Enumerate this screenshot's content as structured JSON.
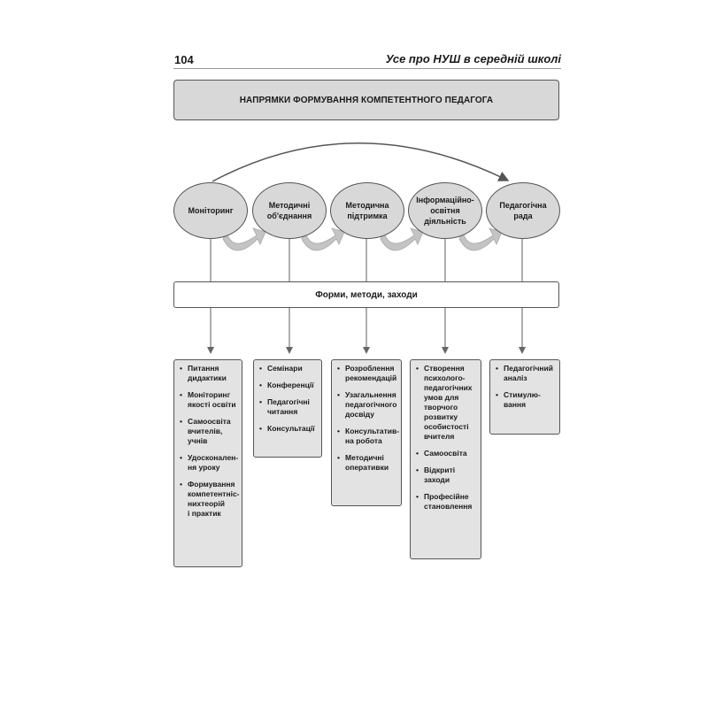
{
  "page": {
    "number": "104",
    "running_title": "Усе про НУШ в середній школі"
  },
  "diagram": {
    "title": "НАПРЯМКИ ФОРМУВАННЯ КОМПЕТЕНТНОГО ПЕДАГОГА",
    "forms_label": "Форми, методи, заходи",
    "directions": [
      {
        "label": "Моніторинг",
        "items": [
          "Питання\nдидактики",
          "Моніторинг\nякості освіти",
          "Самоосвіта\nвчителів,\nучнів",
          "Удосконален-\nня уроку",
          "Формування\nкомпетентніс-\nнихтеорій\nі практик"
        ]
      },
      {
        "label": "Методичні\nоб'єднання",
        "items": [
          "Семінари",
          "Конференції",
          "Педагогічні\nчитання",
          "Консультації"
        ]
      },
      {
        "label": "Методична\nпідтримка",
        "items": [
          "Розроблення\nрекомендацій",
          "Узагальнення\nпедагогічного\nдосвіду",
          "Консультатив-\nна робота",
          "Методичні\nоперативки"
        ]
      },
      {
        "label": "Інформаційно-\nосвітня діяльність",
        "items": [
          "Створення\nпсихолого-\nпедагогічних\nумов для\nтворчого\nрозвитку\nособистості\nвчителя",
          "Самоосвіта",
          "Відкриті\nзаходи",
          "Професійне\nстановлення"
        ]
      },
      {
        "label": "Педагогічна\nрада",
        "items": [
          "Педагогічний\nаналіз",
          "Стимулю-\nвання"
        ]
      }
    ]
  }
}
